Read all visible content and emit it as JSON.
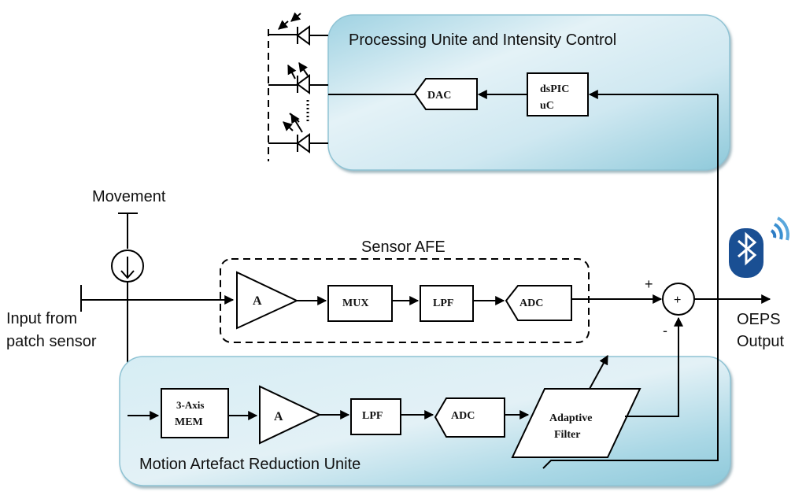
{
  "colors": {
    "panel_light": "#e2f1f7",
    "panel_dark": "#8ecadb",
    "bluetooth": "#1a4f93",
    "wifi": "#3a8fd0"
  },
  "processing_unit": {
    "title": "Processing Unite and Intensity Control",
    "dac_label": "DAC",
    "mcu_line1": "dsPIC",
    "mcu_line2": "uC"
  },
  "inputs": {
    "movement_label": "Movement",
    "input_label_line1": "Input from",
    "input_label_line2": "patch sensor"
  },
  "sensor_afe": {
    "title": "Sensor AFE",
    "amp_label": "A",
    "mux_label": "MUX",
    "lpf_label": "LPF",
    "adc_label": "ADC"
  },
  "summing": {
    "symbol": "+",
    "plus_sign": "+",
    "minus_sign": "-"
  },
  "output": {
    "label_line1": "OEPS",
    "label_line2": "Output",
    "wireless_icon": "bluetooth-icon"
  },
  "motion_unit": {
    "title": "Motion Artefact Reduction Unite",
    "mem_line1": "3-Axis",
    "mem_line2": "MEM",
    "amp_label": "A",
    "lpf_label": "LPF",
    "adc_label": "ADC",
    "filter_line1": "Adaptive",
    "filter_line2": "Filter"
  }
}
